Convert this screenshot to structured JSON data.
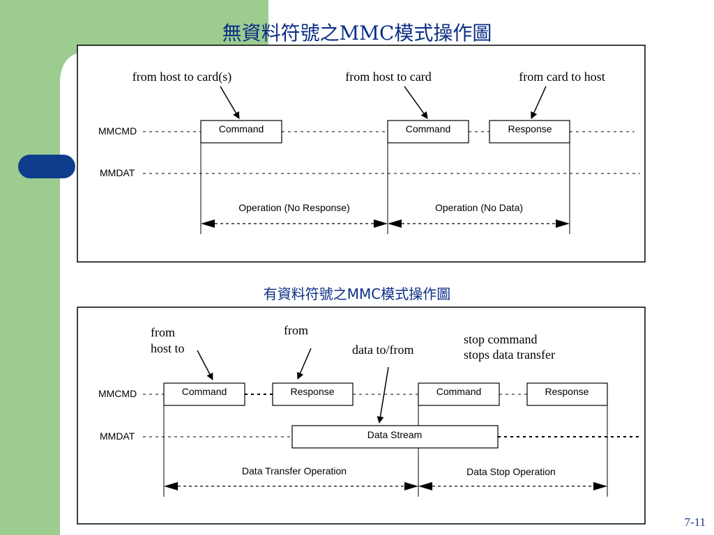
{
  "slide": {
    "title": "無資料符號之MMC模式操作圖",
    "subtitle": "有資料符號之MMC模式操作圖",
    "page_number": "7-11"
  },
  "diagram_top": {
    "annotations": {
      "host_to_cards": "from host to card(s)",
      "host_to_card": "from host to card",
      "card_to_host": "from card to host"
    },
    "signals": {
      "cmd": "MMCMD",
      "dat": "MMDAT"
    },
    "boxes": {
      "command_1": "Command",
      "command_2": "Command",
      "response": "Response"
    },
    "operations": {
      "no_response": "Operation (No Response)",
      "no_data": "Operation (No Data)"
    }
  },
  "diagram_bottom": {
    "annotations": {
      "from_host_line1": "from",
      "from_host_line2": "host to",
      "from": "from",
      "data_to_from": "data to/from",
      "stop_line1": "stop command",
      "stop_line2": "stops data transfer"
    },
    "signals": {
      "cmd": "MMCMD",
      "dat": "MMDAT"
    },
    "boxes": {
      "command_1": "Command",
      "response_1": "Response",
      "command_2": "Command",
      "response_2": "Response",
      "data_stream": "Data Stream"
    },
    "operations": {
      "data_transfer": "Data Transfer Operation",
      "data_stop": "Data Stop Operation"
    }
  },
  "theme": {
    "sidebar_color": "#9ccc8f",
    "tab_color": "#0f3d8c",
    "title_color": "#0b2e86"
  }
}
